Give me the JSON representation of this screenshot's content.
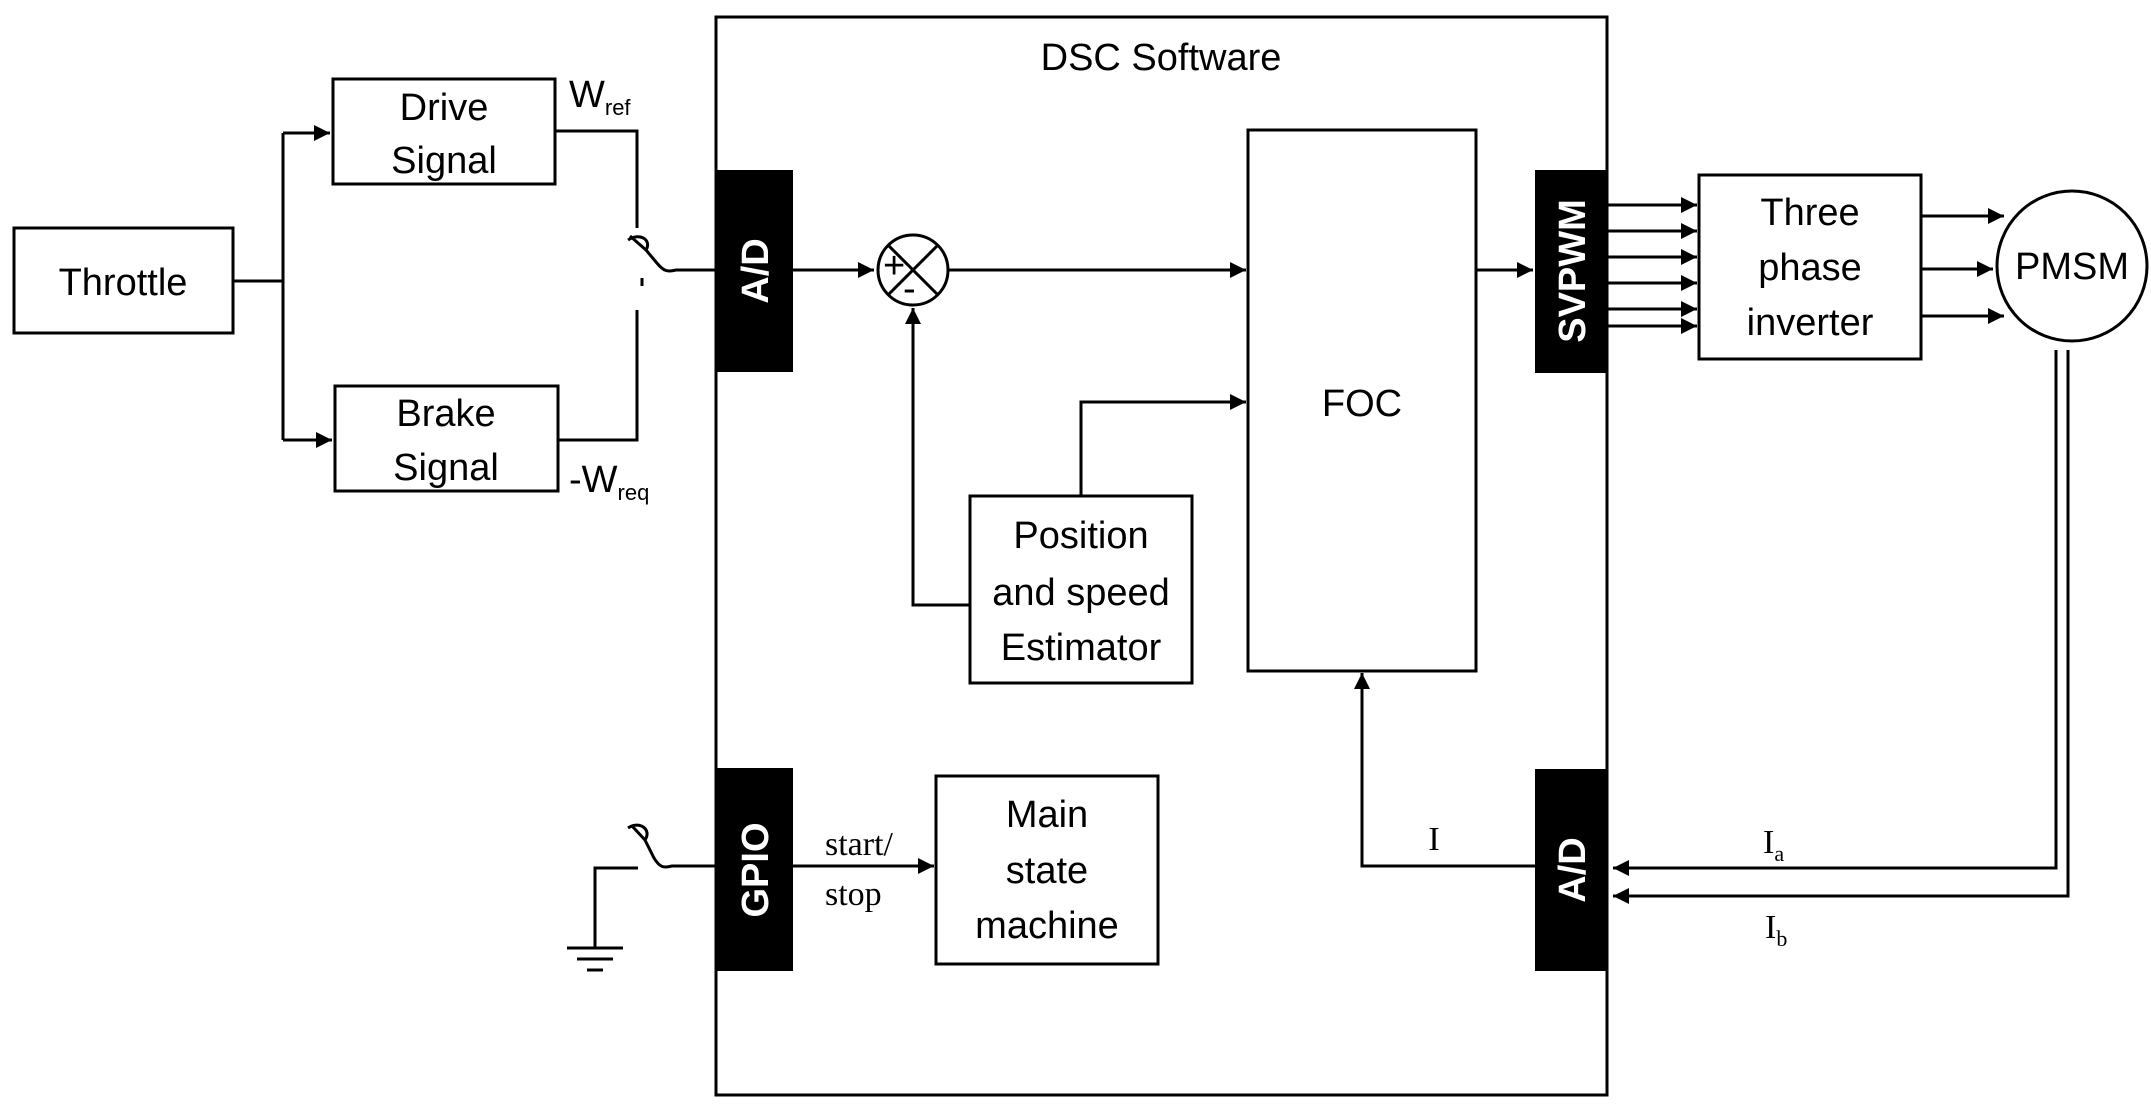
{
  "title": "DSC Software",
  "blocks": {
    "throttle": "Throttle",
    "drive_signal": [
      "Drive",
      "Signal"
    ],
    "brake_signal": [
      "Brake",
      "Signal"
    ],
    "ad_input": "A/D",
    "gpio": "GPIO",
    "position_estimator": [
      "Position",
      "and speed",
      "Estimator"
    ],
    "main_state_machine": [
      "Main",
      "state",
      "machine"
    ],
    "foc": "FOC",
    "svpwm": "SVPWM",
    "ad_feedback": "A/D",
    "inverter": [
      "Three",
      "phase",
      "inverter"
    ],
    "pmsm": "PMSM"
  },
  "signals": {
    "w_ref_main": "W",
    "w_ref_sub": "ref",
    "w_req_main": "-W",
    "w_req_sub": "req",
    "start_stop": [
      "start/",
      "stop"
    ],
    "current": "I",
    "ia_main": "I",
    "ia_sub": "a",
    "ib_main": "I",
    "ib_sub": "b",
    "plus": "+",
    "minus": "-"
  }
}
